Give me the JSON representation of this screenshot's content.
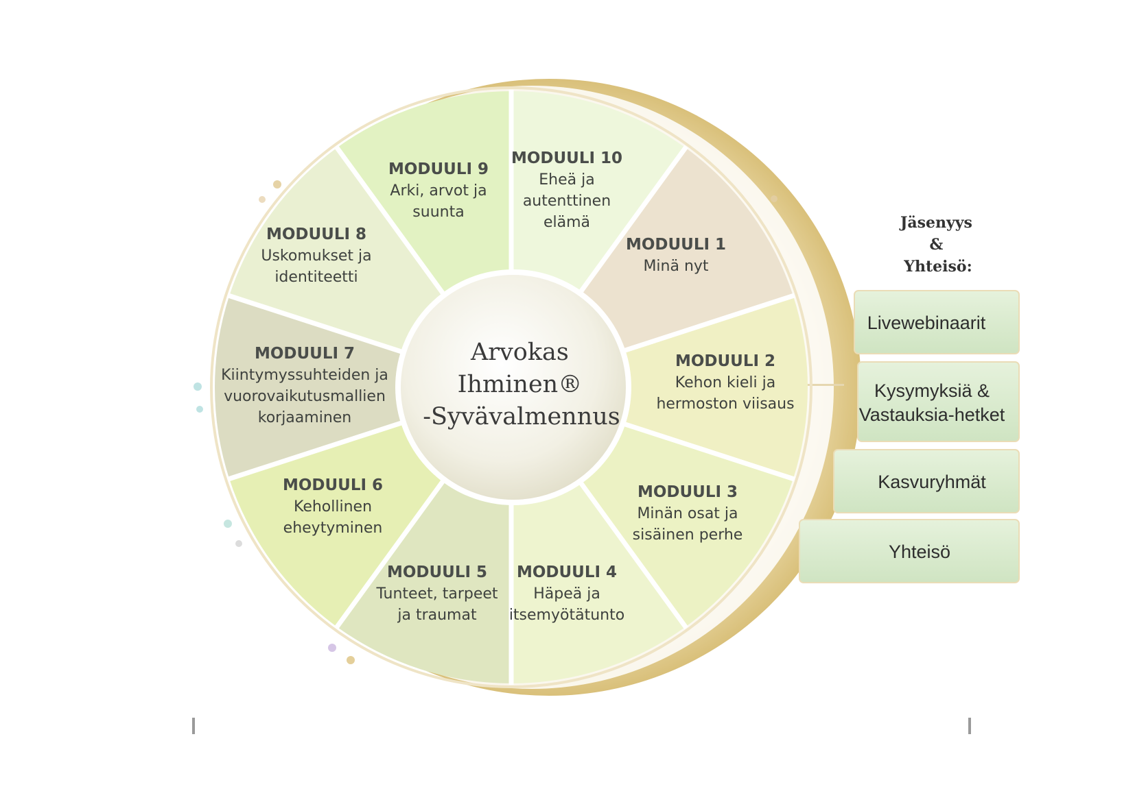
{
  "center": {
    "lines": [
      "Arvokas",
      "Ihminen®",
      "-Syvävalmennus"
    ]
  },
  "modules": [
    {
      "title": "MODUULI 1",
      "lines": [
        "Minä nyt"
      ],
      "color": "#ece2cf"
    },
    {
      "title": "MODUULI 2",
      "lines": [
        "Kehon kieli ja",
        "hermoston viisaus"
      ],
      "color": "#f0f0c4"
    },
    {
      "title": "MODUULI 3",
      "lines": [
        "Minän osat ja",
        "sisäinen perhe"
      ],
      "color": "#ecf2c4"
    },
    {
      "title": "MODUULI 4",
      "lines": [
        "Häpeä ja",
        "itsemyötätunto"
      ],
      "color": "#eef4cf"
    },
    {
      "title": "MODUULI 5",
      "lines": [
        "Tunteet, tarpeet",
        "ja traumat"
      ],
      "color": "#dfe6c0"
    },
    {
      "title": "MODUULI 6",
      "lines": [
        "Kehollinen",
        "eheytyminen"
      ],
      "color": "#e6efb4"
    },
    {
      "title": "MODUULI 7",
      "lines": [
        "Kiintymyssuhteiden ja",
        "vuorovaikutusmallien",
        "korjaaminen"
      ],
      "color": "#dcdcc2"
    },
    {
      "title": "MODUULI 8",
      "lines": [
        "Uskomukset ja",
        "identiteetti"
      ],
      "color": "#eaf0d2"
    },
    {
      "title": "MODUULI 9",
      "lines": [
        "Arki, arvot ja",
        "suunta"
      ],
      "color": "#e2f2c2"
    },
    {
      "title": "MODUULI 10",
      "lines": [
        "Eheä ja",
        "autenttinen",
        "elämä"
      ],
      "color": "#eef7dc"
    }
  ],
  "side": {
    "heading": [
      "Jäsenyys",
      "&",
      "Yhteisö:"
    ],
    "boxes": [
      {
        "lines": [
          "Livewebinaarit"
        ]
      },
      {
        "lines": [
          "Kysymyksiä &",
          "Vastauksia-hetket"
        ]
      },
      {
        "lines": [
          "Kasvuryhmät"
        ]
      },
      {
        "lines": [
          "Yhteisö"
        ]
      }
    ],
    "box_color": "#d9ebcf"
  },
  "colors": {
    "ring": "#e3cf96",
    "separator": "#ffffff",
    "center_fill": "#f3f1e6"
  }
}
